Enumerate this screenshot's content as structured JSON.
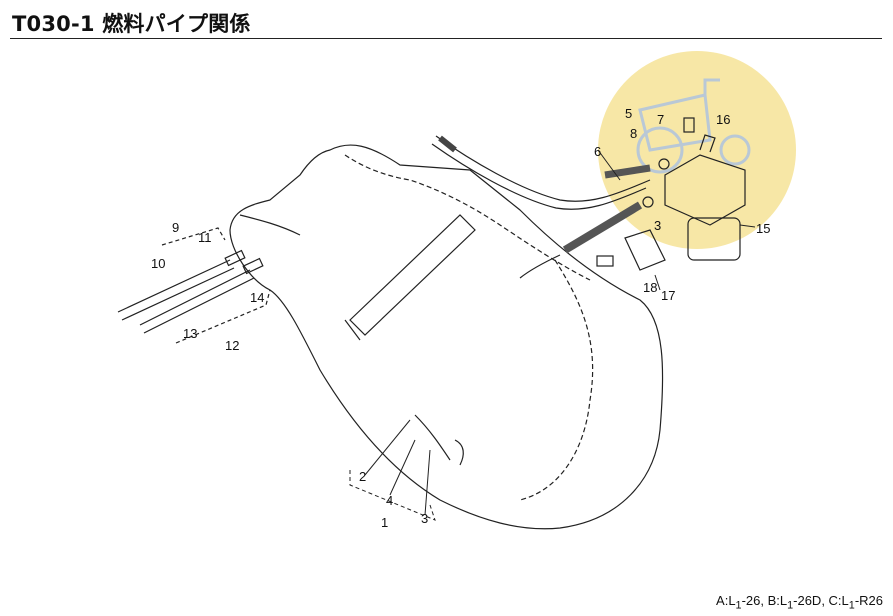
{
  "header": {
    "title": "T030-1 燃料パイプ関係"
  },
  "watermark": {
    "color": "#f7e7a6",
    "icon": "tractor-icon"
  },
  "callouts": [
    "1",
    "2",
    "3",
    "4",
    "5",
    "6",
    "7",
    "8",
    "9",
    "10",
    "11",
    "12",
    "13",
    "14",
    "15",
    "16",
    "17",
    "18",
    "3"
  ],
  "footer": {
    "note_prefix": "A:L",
    "note_sub1": "1",
    "note_mid1": "-26,  B:L",
    "note_sub2": "1",
    "note_mid2": "-26D,  C:L",
    "note_sub3": "1",
    "note_end": "-R26"
  }
}
